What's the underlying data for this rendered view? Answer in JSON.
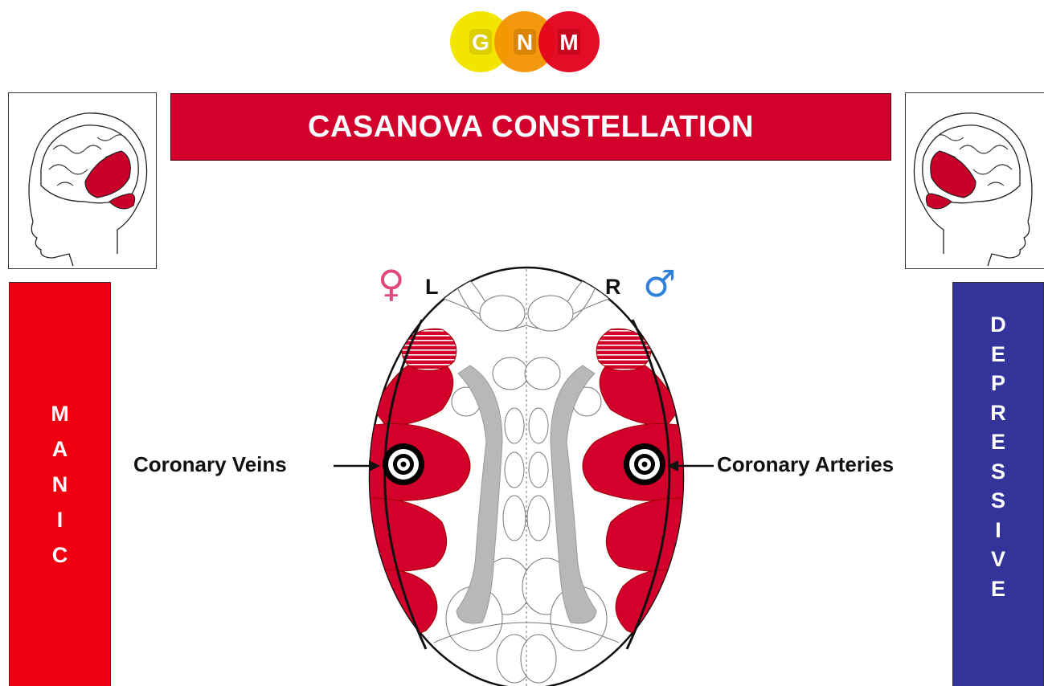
{
  "logo": {
    "letters": [
      "G",
      "N",
      "M"
    ],
    "colors": [
      "#f2e600",
      "#f39200",
      "#e3001b"
    ]
  },
  "title": "CASANOVA CONSTELLATION",
  "left_panel": {
    "letters": [
      "M",
      "A",
      "N",
      "I",
      "C"
    ],
    "color": "#ee0010"
  },
  "right_panel": {
    "letters": [
      "D",
      "E",
      "P",
      "R",
      "E",
      "S",
      "S",
      "I",
      "V",
      "E"
    ],
    "color": "#333399"
  },
  "hemisphere_left": {
    "label": "L",
    "symbol": "♀",
    "symbol_color": "#e0487a"
  },
  "hemisphere_right": {
    "label": "R",
    "symbol": "♂",
    "symbol_color": "#2f80d8"
  },
  "callouts": {
    "left": "Coronary Veins",
    "right": "Coronary Arteries"
  },
  "accent_red": "#d3002c"
}
